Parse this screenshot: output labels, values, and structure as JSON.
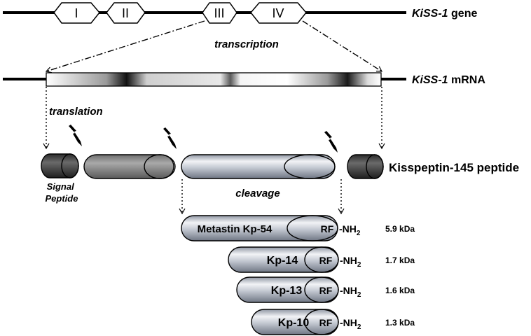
{
  "gene": {
    "label_italic": "KiSS-1",
    "label_rest": " gene",
    "exons": [
      "I",
      "II",
      "III",
      "IV"
    ]
  },
  "transcription_label": "transcription",
  "mrna": {
    "label_italic": "KiSS-1",
    "label_rest": " mRNA"
  },
  "translation_label": "translation",
  "signal_peptide_label": [
    "Signal",
    "Peptide"
  ],
  "kisspeptin_label": "Kisspeptin-145 peptide",
  "cleavage_label": "cleavage",
  "products": [
    {
      "name": "Metastin Kp-54",
      "motif": "RF",
      "terminus": "-NH",
      "subscript": "2",
      "mass": "5.9 kDa"
    },
    {
      "name": "Kp-14",
      "motif": "RF",
      "terminus": "-NH",
      "subscript": "2",
      "mass": "1.7 kDa"
    },
    {
      "name": "Kp-13",
      "motif": "RF",
      "terminus": "-NH",
      "subscript": "2",
      "mass": "1.6 kDa"
    },
    {
      "name": "Kp-10",
      "motif": "RF",
      "terminus": "-NH",
      "subscript": "2",
      "mass": "1.3 kDa"
    }
  ],
  "colors": {
    "line": "#000000",
    "signal_dark": "#3c3c3c",
    "propeptide_gray": "#8a8a8a",
    "cylinder_light": "#c8ccd4"
  }
}
